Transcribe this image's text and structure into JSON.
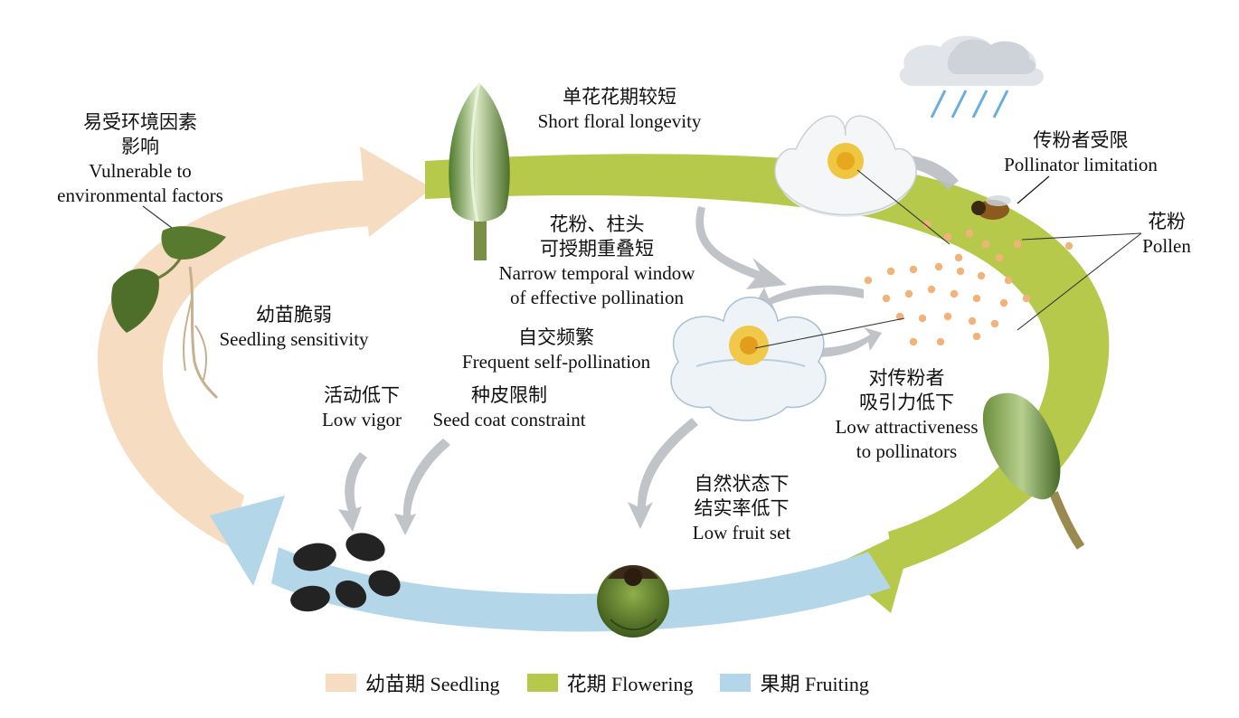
{
  "colors": {
    "seedling": "#f6dcc0",
    "flowering": "#b6c94a",
    "fruiting": "#b3d6e9",
    "arrow_gray": "#b9bcc2",
    "pollen": "#f2b37a"
  },
  "labels": {
    "vulnerable": [
      "易受环境因素",
      "影响",
      "Vulnerable to",
      "environmental factors"
    ],
    "short_longevity": [
      "单花花期较短",
      "Short floral longevity"
    ],
    "pollinator_limitation": [
      "传粉者受限",
      "Pollinator limitation"
    ],
    "pollen": [
      "花粉",
      "Pollen"
    ],
    "narrow_window": [
      "花粉、柱头",
      "可授期重叠短",
      "Narrow temporal window",
      "of effective pollination"
    ],
    "seedling_sensitivity": [
      "幼苗脆弱",
      "Seedling sensitivity"
    ],
    "self_pollination": [
      "自交频繁",
      "Frequent self-pollination"
    ],
    "low_vigor": [
      "活动低下",
      "Low vigor"
    ],
    "seed_coat": [
      "种皮限制",
      "Seed coat constraint"
    ],
    "low_attractiveness": [
      "对传粉者",
      "吸引力低下",
      "Low attractiveness",
      "to pollinators"
    ],
    "low_fruit_set": [
      "自然状态下",
      "结实率低下",
      "Low fruit set"
    ]
  },
  "legend": [
    {
      "label": "幼苗期 Seedling",
      "color": "#f6dcc0"
    },
    {
      "label": "花期 Flowering",
      "color": "#b6c94a"
    },
    {
      "label": "果期 Fruiting",
      "color": "#b3d6e9"
    }
  ],
  "icons": [
    "seedling-plant-icon",
    "flower-bud-icon",
    "water-lily-icon",
    "rain-cloud-icon",
    "bee-icon",
    "lotus-seed-pod-icon",
    "seeds-icon"
  ]
}
